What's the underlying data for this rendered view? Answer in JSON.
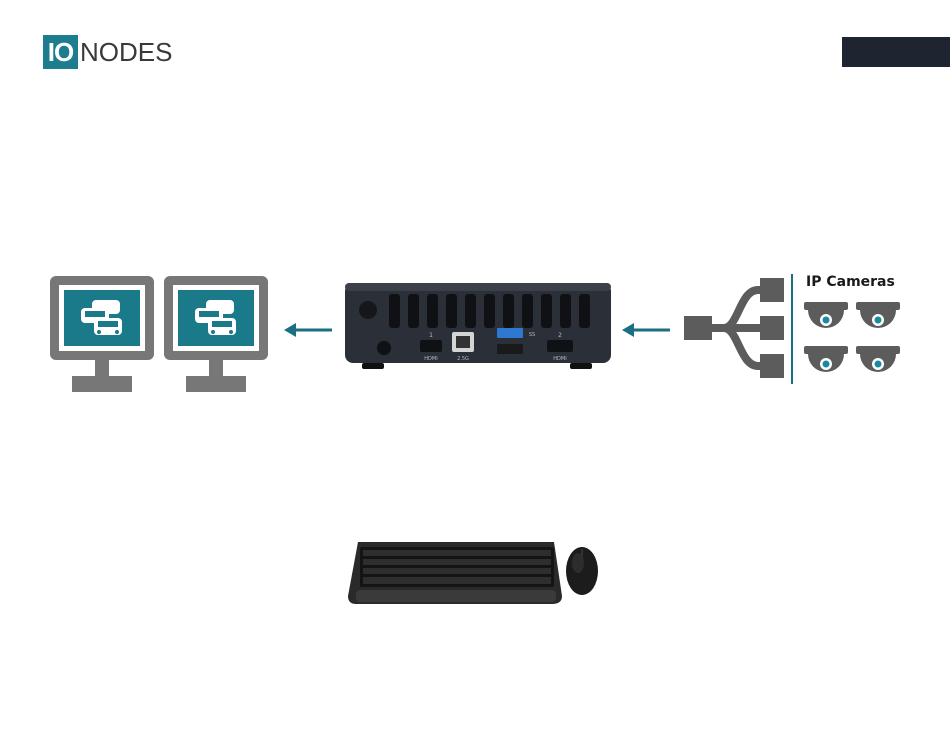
{
  "logo": {
    "box_text": "IO",
    "word_text": "NODES"
  },
  "cameras": {
    "title": "IP Cameras"
  },
  "device": {
    "port_labels": [
      "HDMI",
      "1",
      "2.5G",
      "HDMI",
      "2",
      "SS",
      "≤"
    ]
  },
  "colors": {
    "brand_teal": "#1c7d8f",
    "screen_teal": "#1a7a8a",
    "monitor_gray": "#757575",
    "device_dark": "#2a2d34",
    "hub_gray": "#5c5c5c",
    "arrow_teal": "#1b6f82"
  },
  "icons": [
    "monitor-icon",
    "traffic-cars-icon",
    "mini-pc-icon",
    "splitter-cable-icon",
    "dome-camera-icon",
    "keyboard-icon",
    "mouse-icon",
    "arrow-left-icon"
  ]
}
